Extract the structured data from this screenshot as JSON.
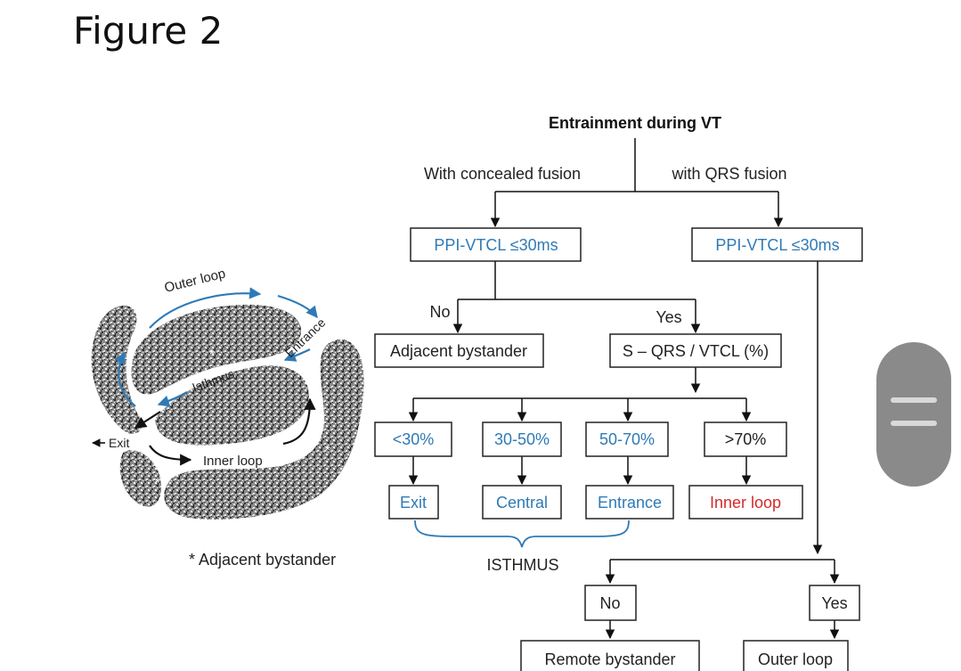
{
  "figure_title": "Figure 2",
  "colors": {
    "blue": "#2f7ab5",
    "red": "#d42a2a",
    "box": "#222222",
    "arrow": "#111111"
  },
  "flowchart": {
    "root": "Entrainment during VT",
    "branch_left": "With concealed fusion",
    "branch_right": "with QRS fusion",
    "ppi_left": "PPI-VTCL ≤30ms",
    "ppi_right": "PPI-VTCL ≤30ms",
    "no_label": "No",
    "yes_label": "Yes",
    "adjacent_bystander": "Adjacent bystander",
    "sqrs_ratio": "S – QRS / VTCL (%)",
    "ranges": [
      "<30%",
      "30-50%",
      "50-70%",
      ">70%"
    ],
    "outcomes": [
      "Exit",
      "Central",
      "Entrance",
      "Inner loop"
    ],
    "isthmus": "ISTHMUS",
    "bottom_no": "No",
    "bottom_yes": "Yes",
    "remote_bystander": "Remote bystander",
    "outer_loop": "Outer loop"
  },
  "circuit_diagram": {
    "outer_loop": "Outer loop",
    "entrance": "Entrance",
    "isthmus": "Isthmus",
    "exit": "Exit",
    "inner_loop": "Inner loop",
    "star": "*",
    "footnote": "* Adjacent bystander"
  },
  "scroll_handle_icon": "drag-handle-icon"
}
